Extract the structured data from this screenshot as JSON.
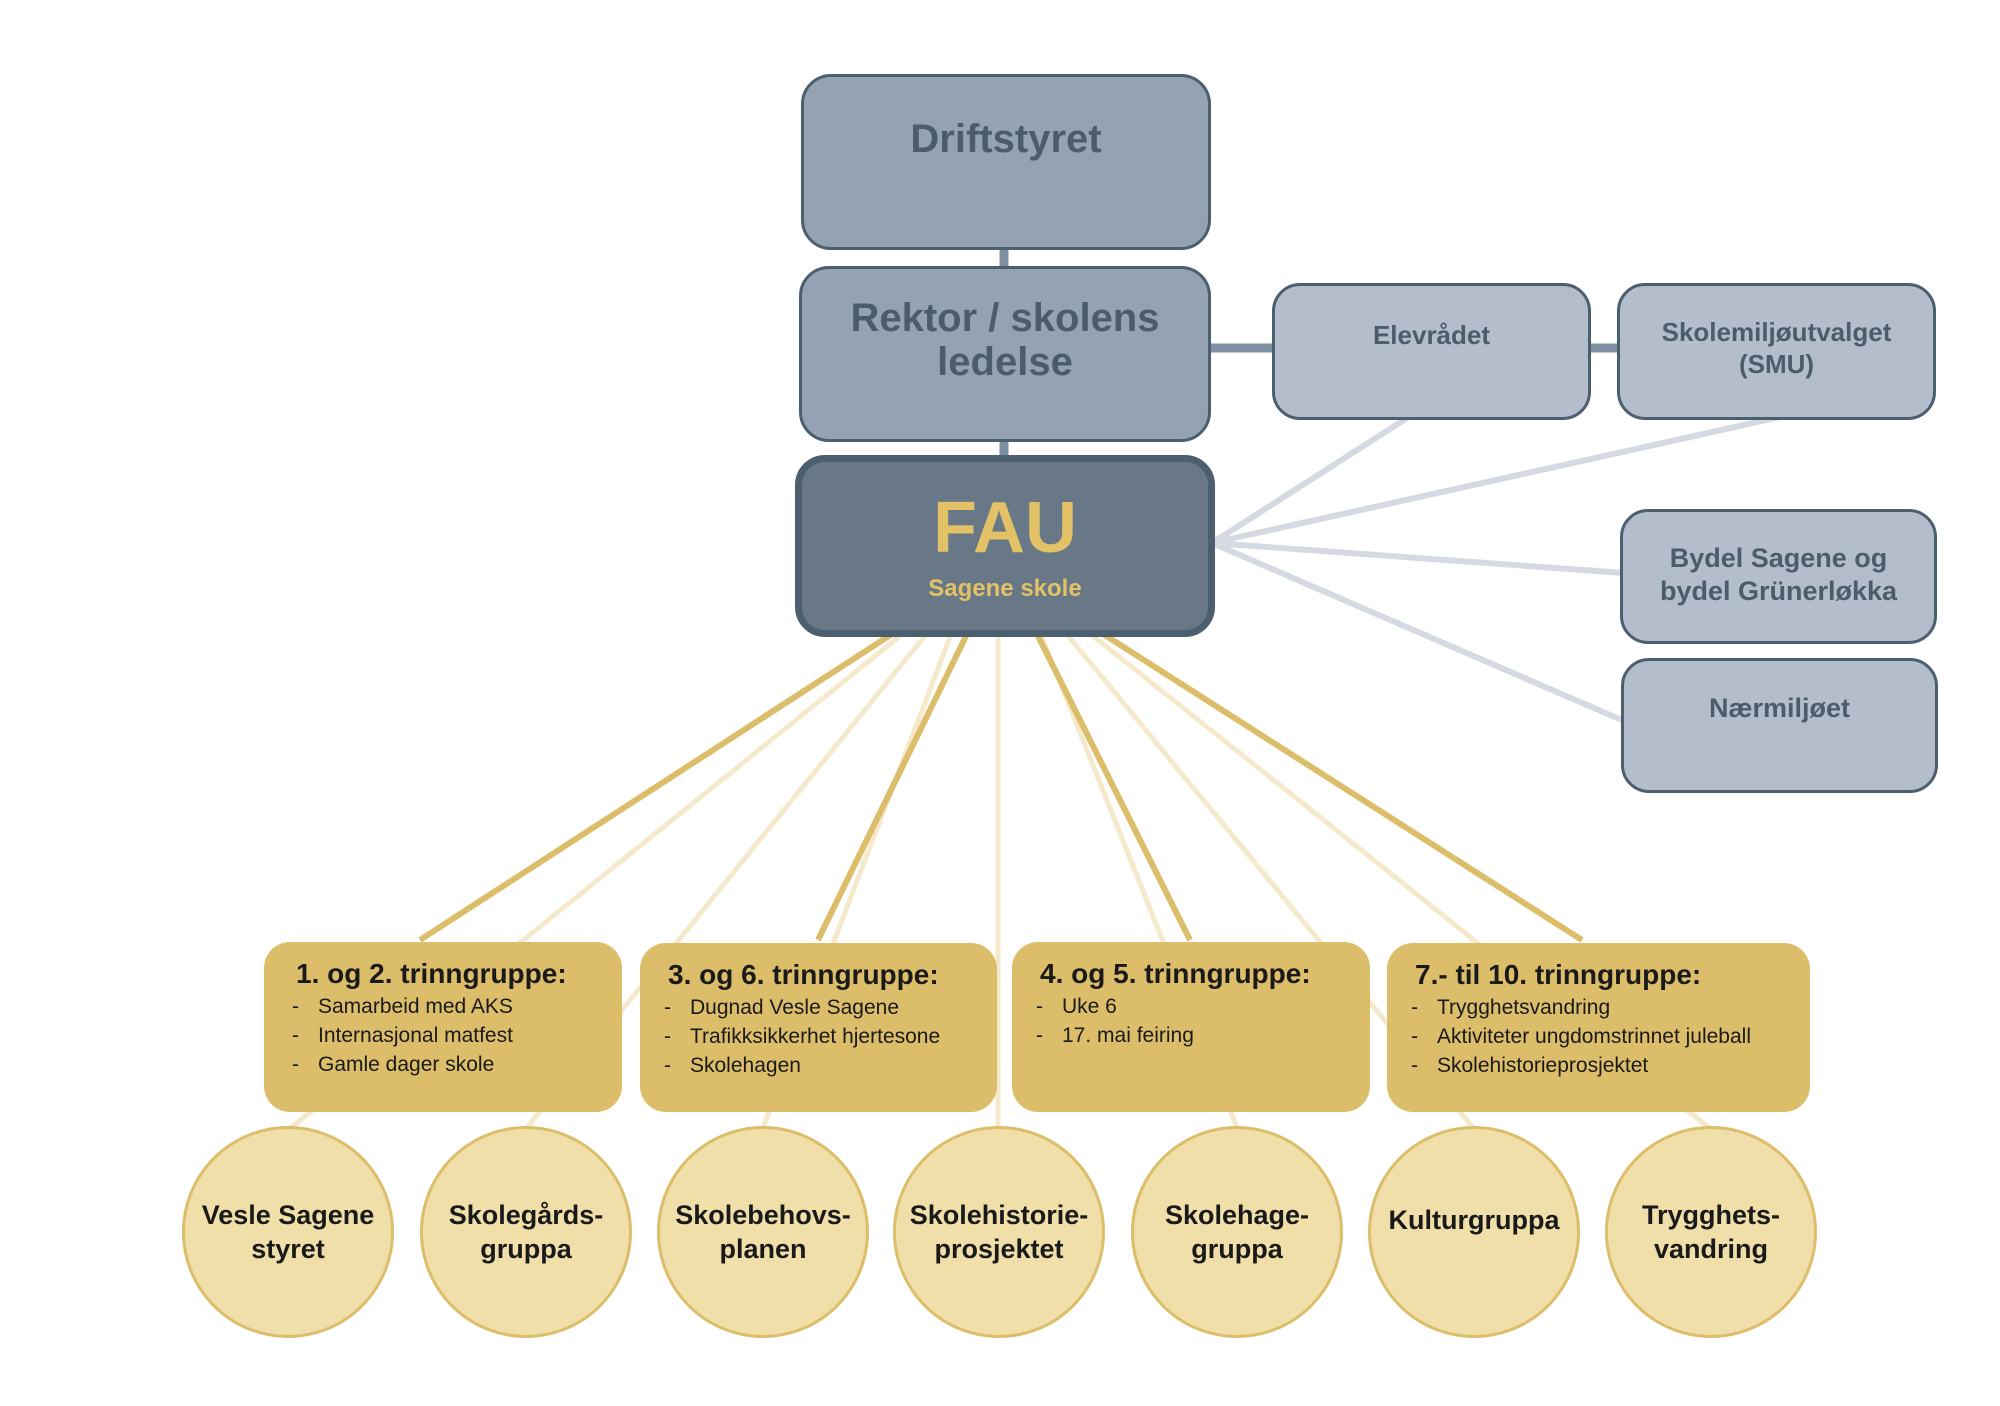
{
  "colors": {
    "slate_box": "#94a3b4",
    "side_box": "#b3bdcb",
    "fau_box": "#687886",
    "border": "#4c5f6e",
    "gold": "#dcbd6a",
    "gold_text": "#e2c167",
    "pale_gold": "#f0dfa9",
    "gray_line": "#d5dae2",
    "dark_connector": "#7f8fa3"
  },
  "top": {
    "driftstyret": "Driftstyret",
    "rektor": "Rektor / skolens ledelse"
  },
  "fau": {
    "title": "FAU",
    "subtitle": "Sagene skole"
  },
  "side_boxes": {
    "elevradet": "Elevrådet",
    "smu": "Skolemiljøutvalget (SMU)",
    "bydel": "Bydel Sagene og bydel Grünerløkka",
    "naermiljoet": "Nærmiljøet"
  },
  "grade_groups": [
    {
      "title": "1. og 2. trinngruppe:",
      "items": [
        "Samarbeid med AKS",
        "Internasjonal matfest",
        "Gamle dager skole"
      ]
    },
    {
      "title": "3. og 6. trinngruppe:",
      "items": [
        "Dugnad Vesle Sagene",
        "Trafikksikkerhet hjertesone",
        "Skolehagen"
      ]
    },
    {
      "title": "4. og 5. trinngruppe:",
      "items": [
        "Uke 6",
        "17. mai feiring"
      ]
    },
    {
      "title": "7.- til 10. trinngruppe:",
      "items": [
        "Trygghetsvandring",
        "Aktiviteter ungdomstrinnet juleball",
        "Skolehistorieprosjektet"
      ]
    }
  ],
  "working_groups": [
    "Vesle Sagene\nstyret",
    "Skolegårds-\ngruppa",
    "Skolebehovs-\nplanen",
    "Skolehistorie-\nprosjektet",
    "Skolehage-\ngruppa",
    "Kulturgruppa",
    "Trygghets-\nvandring"
  ]
}
